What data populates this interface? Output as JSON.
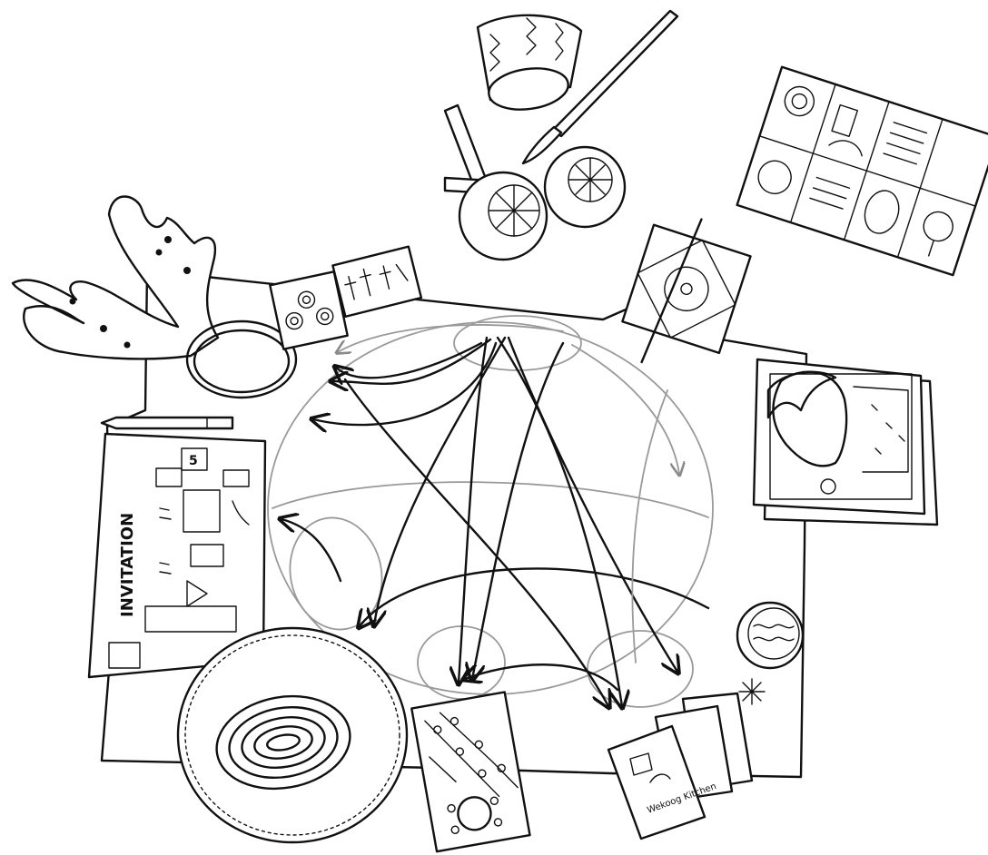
{
  "guide_sheet": {
    "title": "INVITATION",
    "page_number": "5"
  },
  "card_stack": {
    "text": "Wekoog Kitchen"
  }
}
